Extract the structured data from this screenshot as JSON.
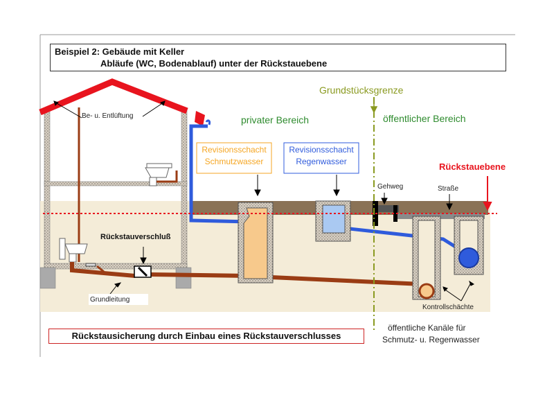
{
  "header": {
    "line1": "Beispiel 2: Gebäude mit Keller",
    "line2": "Abläufe (WC, Bodenablauf) unter der Rückstauebene"
  },
  "labels": {
    "grundstuecksgrenze": "Grundstücksgrenze",
    "privat": "privater Bereich",
    "oeffentlich": "öffentlicher Bereich",
    "belueftung": "Be- u. Entlüftung",
    "rs_schmutz_1": "Revisionsschacht",
    "rs_schmutz_2": "Schmutzwasser",
    "rs_regen_1": "Revisionsschacht",
    "rs_regen_2": "Regenwasser",
    "rueckstauebene": "Rückstauebene",
    "gehweg": "Gehweg",
    "strasse": "Straße",
    "rueckstauverschluss": "Rückstauverschluß",
    "grundleitung": "Grundleitung",
    "kontrollschaechte": "Kontrollschächte",
    "kanaele_1": "öffentliche Kanäle  für",
    "kanaele_2": "Schmutz- u. Regenwasser"
  },
  "caption": "Rückstausicherung durch Einbau eines Rückstauverschlusses",
  "colors": {
    "roof": "#e8141e",
    "wastewater_pipe": "#9a3c14",
    "rainwater_pipe": "#2f5bdc",
    "soil_light": "#f4ecd8",
    "soil_dark": "#8a7256",
    "backflow_level": "#e8141e",
    "boundary_line": "#8a9a20",
    "schmutz_label": "#f5a623",
    "regen_label": "#2f5bdc",
    "green_text": "#2e8b2e"
  }
}
